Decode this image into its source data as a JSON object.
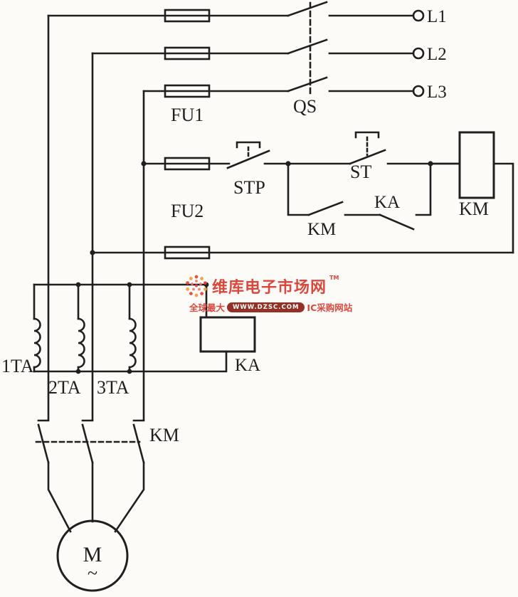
{
  "palette": {
    "ink": "#1f1f1f",
    "paper": "#fcfbf7"
  },
  "terminals": {
    "l1": "L1",
    "l2": "L2",
    "l3": "L3"
  },
  "components": {
    "qs": "QS",
    "fu1": "FU1",
    "fu2": "FU2",
    "stp": "STP",
    "st": "ST",
    "ka_contact": "KA",
    "km_aux_contact": "KM",
    "km_coil": "KM",
    "ka_coil": "KA",
    "ta1": "1TA",
    "ta2": "2TA",
    "ta3": "3TA",
    "km_main_contact": "KM",
    "motor": "M",
    "motor_ac": "~"
  },
  "watermark": {
    "logo_icon": "dzsc-flower-dots-logo",
    "brand": "维库电子市场网",
    "tm": "TM",
    "tagline_prefix": "全球最大",
    "url": "WWW.DZSC.COM",
    "tagline_suffix": "IC采购网站",
    "color": "#d8382e",
    "url_bg": "#8d1f14"
  }
}
